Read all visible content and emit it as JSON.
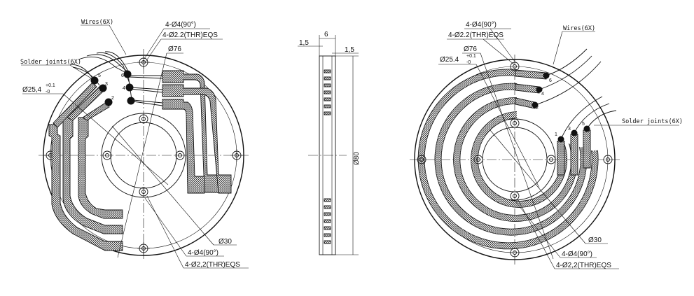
{
  "left_view": {
    "wires_label": "Wires(6X)",
    "solder_label": "Solder joints(6X)",
    "inner_dia_label": "Ø25,4",
    "inner_dia_tol": "+0.1",
    "inner_dia_tol2": "-0",
    "holes_top_label": "4-Ø4(90°)",
    "thr_top_label": "4-Ø2.2(THR)EQS",
    "outer_dia_label": "Ø76",
    "hub_dia_label": "Ø30",
    "holes_bottom_label": "4-Ø4(90°)",
    "thr_bottom_label": "4-Ø2,2(THR)EQS",
    "wire_numbers": [
      "6",
      "4",
      "2",
      "5",
      "3",
      "1"
    ]
  },
  "side_view": {
    "width_label": "6",
    "left_offset_label": "1,5",
    "right_offset_label": "1,5",
    "dia_label": "Ø80"
  },
  "right_view": {
    "wires_label": "Wires(6X)",
    "solder_label": "Solder joints(6X)",
    "inner_dia_label": "Ø25.4",
    "inner_dia_tol": "+0.1",
    "inner_dia_tol2": "-0",
    "holes_top_label": "4-Ø4(90°)",
    "thr_top_label": "4-Ø2.2(THR)EQS",
    "outer_dia_label": "Ø76",
    "hub_dia_label": "Ø30",
    "holes_bottom_label": "4-Ø4(90°)",
    "thr_bottom_label": "4-Ø2,2(THR)EQS",
    "wire_numbers": [
      "6",
      "4",
      "2",
      "1",
      "3",
      "5"
    ]
  }
}
